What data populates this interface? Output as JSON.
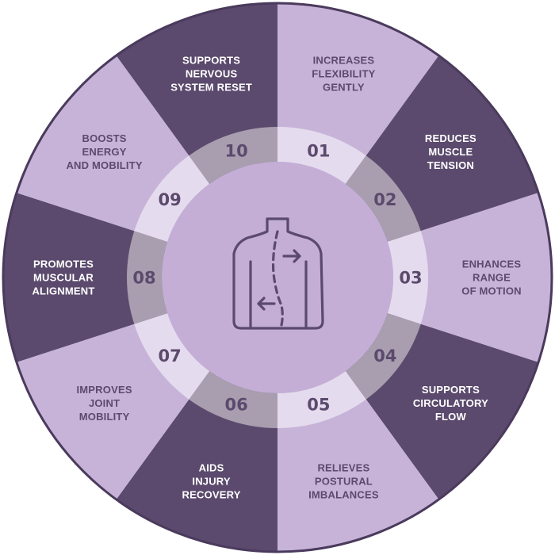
{
  "colors": {
    "dark": "#5b4a6d",
    "light": "#c7b3d8",
    "ring_light": "#e5dbee",
    "ring_dark": "#a89eaf",
    "center": "#c4aed6",
    "outline": "#4a3a5c",
    "text_on_dark": "#ffffff",
    "text_on_light": "#5b4a6d",
    "icon": "#5b4a6d"
  },
  "center_icon": "spine-back-with-arrows-icon",
  "segments": [
    {
      "number": "01",
      "tone": "light",
      "lines": [
        "INCREASES",
        "FLEXIBILITY",
        "GENTLY"
      ]
    },
    {
      "number": "02",
      "tone": "dark",
      "lines": [
        "REDUCES",
        "MUSCLE",
        "TENSION"
      ]
    },
    {
      "number": "03",
      "tone": "light",
      "lines": [
        "ENHANCES",
        "RANGE",
        "OF MOTION"
      ]
    },
    {
      "number": "04",
      "tone": "dark",
      "lines": [
        "SUPPORTS",
        "CIRCULATORY",
        "FLOW"
      ]
    },
    {
      "number": "05",
      "tone": "light",
      "lines": [
        "RELIEVES",
        "POSTURAL",
        "IMBALANCES"
      ]
    },
    {
      "number": "06",
      "tone": "dark",
      "lines": [
        "AIDS",
        "INJURY",
        "RECOVERY"
      ]
    },
    {
      "number": "07",
      "tone": "light",
      "lines": [
        "IMPROVES",
        "JOINT",
        "MOBILITY"
      ]
    },
    {
      "number": "08",
      "tone": "dark",
      "lines": [
        "PROMOTES",
        "MUSCULAR",
        "ALIGNMENT"
      ]
    },
    {
      "number": "09",
      "tone": "light",
      "lines": [
        "BOOSTS",
        "ENERGY",
        "AND MOBILITY"
      ]
    },
    {
      "number": "10",
      "tone": "dark",
      "lines": [
        "SUPPORTS",
        "NERVOUS",
        "SYSTEM RESET"
      ]
    }
  ]
}
